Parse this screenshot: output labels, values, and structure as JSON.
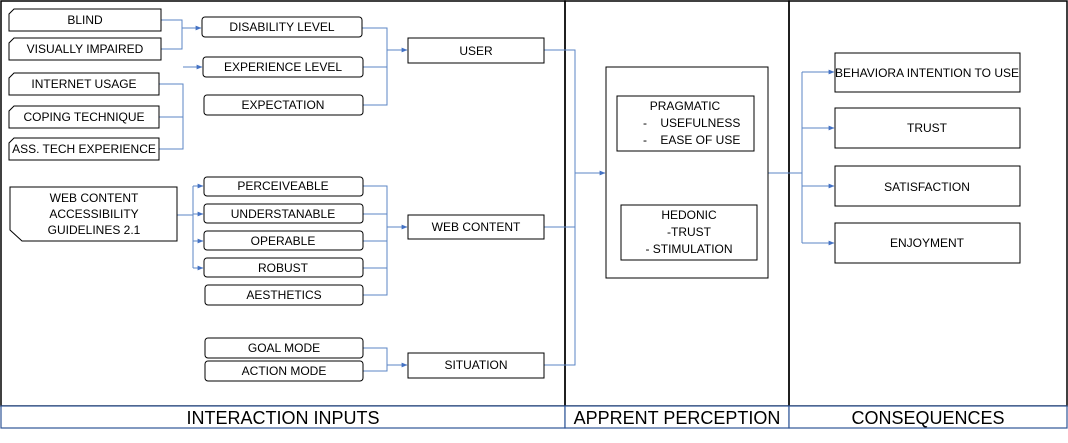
{
  "colors": {
    "connector": "#5b86c5",
    "box_border": "#000000",
    "footer_border": "#2f5597",
    "background": "#ffffff"
  },
  "sections": {
    "interaction_inputs": "INTERACTION INPUTS",
    "apprent_perception": "APPRENT PERCEPTION",
    "consequences": "CONSEQUENCES"
  },
  "user_factors": {
    "blind": "BLIND",
    "visually_impaired": "VISUALLY IMPAIRED",
    "internet_usage": "INTERNET USAGE",
    "coping_technique": "COPING TECHNIQUE",
    "ass_tech_experience": "ASS. TECH EXPERIENCE",
    "disability_level": "DISABILITY LEVEL",
    "experience_level": "EXPERIENCE LEVEL",
    "expectation": "EXPECTATION",
    "user": "USER"
  },
  "web_factors": {
    "wcag_lines": [
      "WEB CONTENT",
      "ACCESSIBILITY",
      "GUIDELINES 2.1"
    ],
    "perceiveable": "PERCEIVEABLE",
    "understanable": "UNDERSTANABLE",
    "operable": "OPERABLE",
    "robust": "ROBUST",
    "aesthetics": "AESTHETICS",
    "web_content": "WEB CONTENT"
  },
  "situation_factors": {
    "goal_mode": "GOAL MODE",
    "action_mode": "ACTION MODE",
    "situation": "SITUATION"
  },
  "perception": {
    "pragmatic_lines": [
      "PRAGMATIC",
      "-    USEFULNESS",
      "-    EASE OF USE"
    ],
    "hedonic_lines": [
      "HEDONIC",
      "-TRUST",
      "- STIMULATION"
    ]
  },
  "consequences": {
    "behavioral_intention": "BEHAVIORA INTENTION TO USE",
    "trust": "TRUST",
    "satisfaction": "SATISFACTION",
    "enjoyment": "ENJOYMENT"
  }
}
